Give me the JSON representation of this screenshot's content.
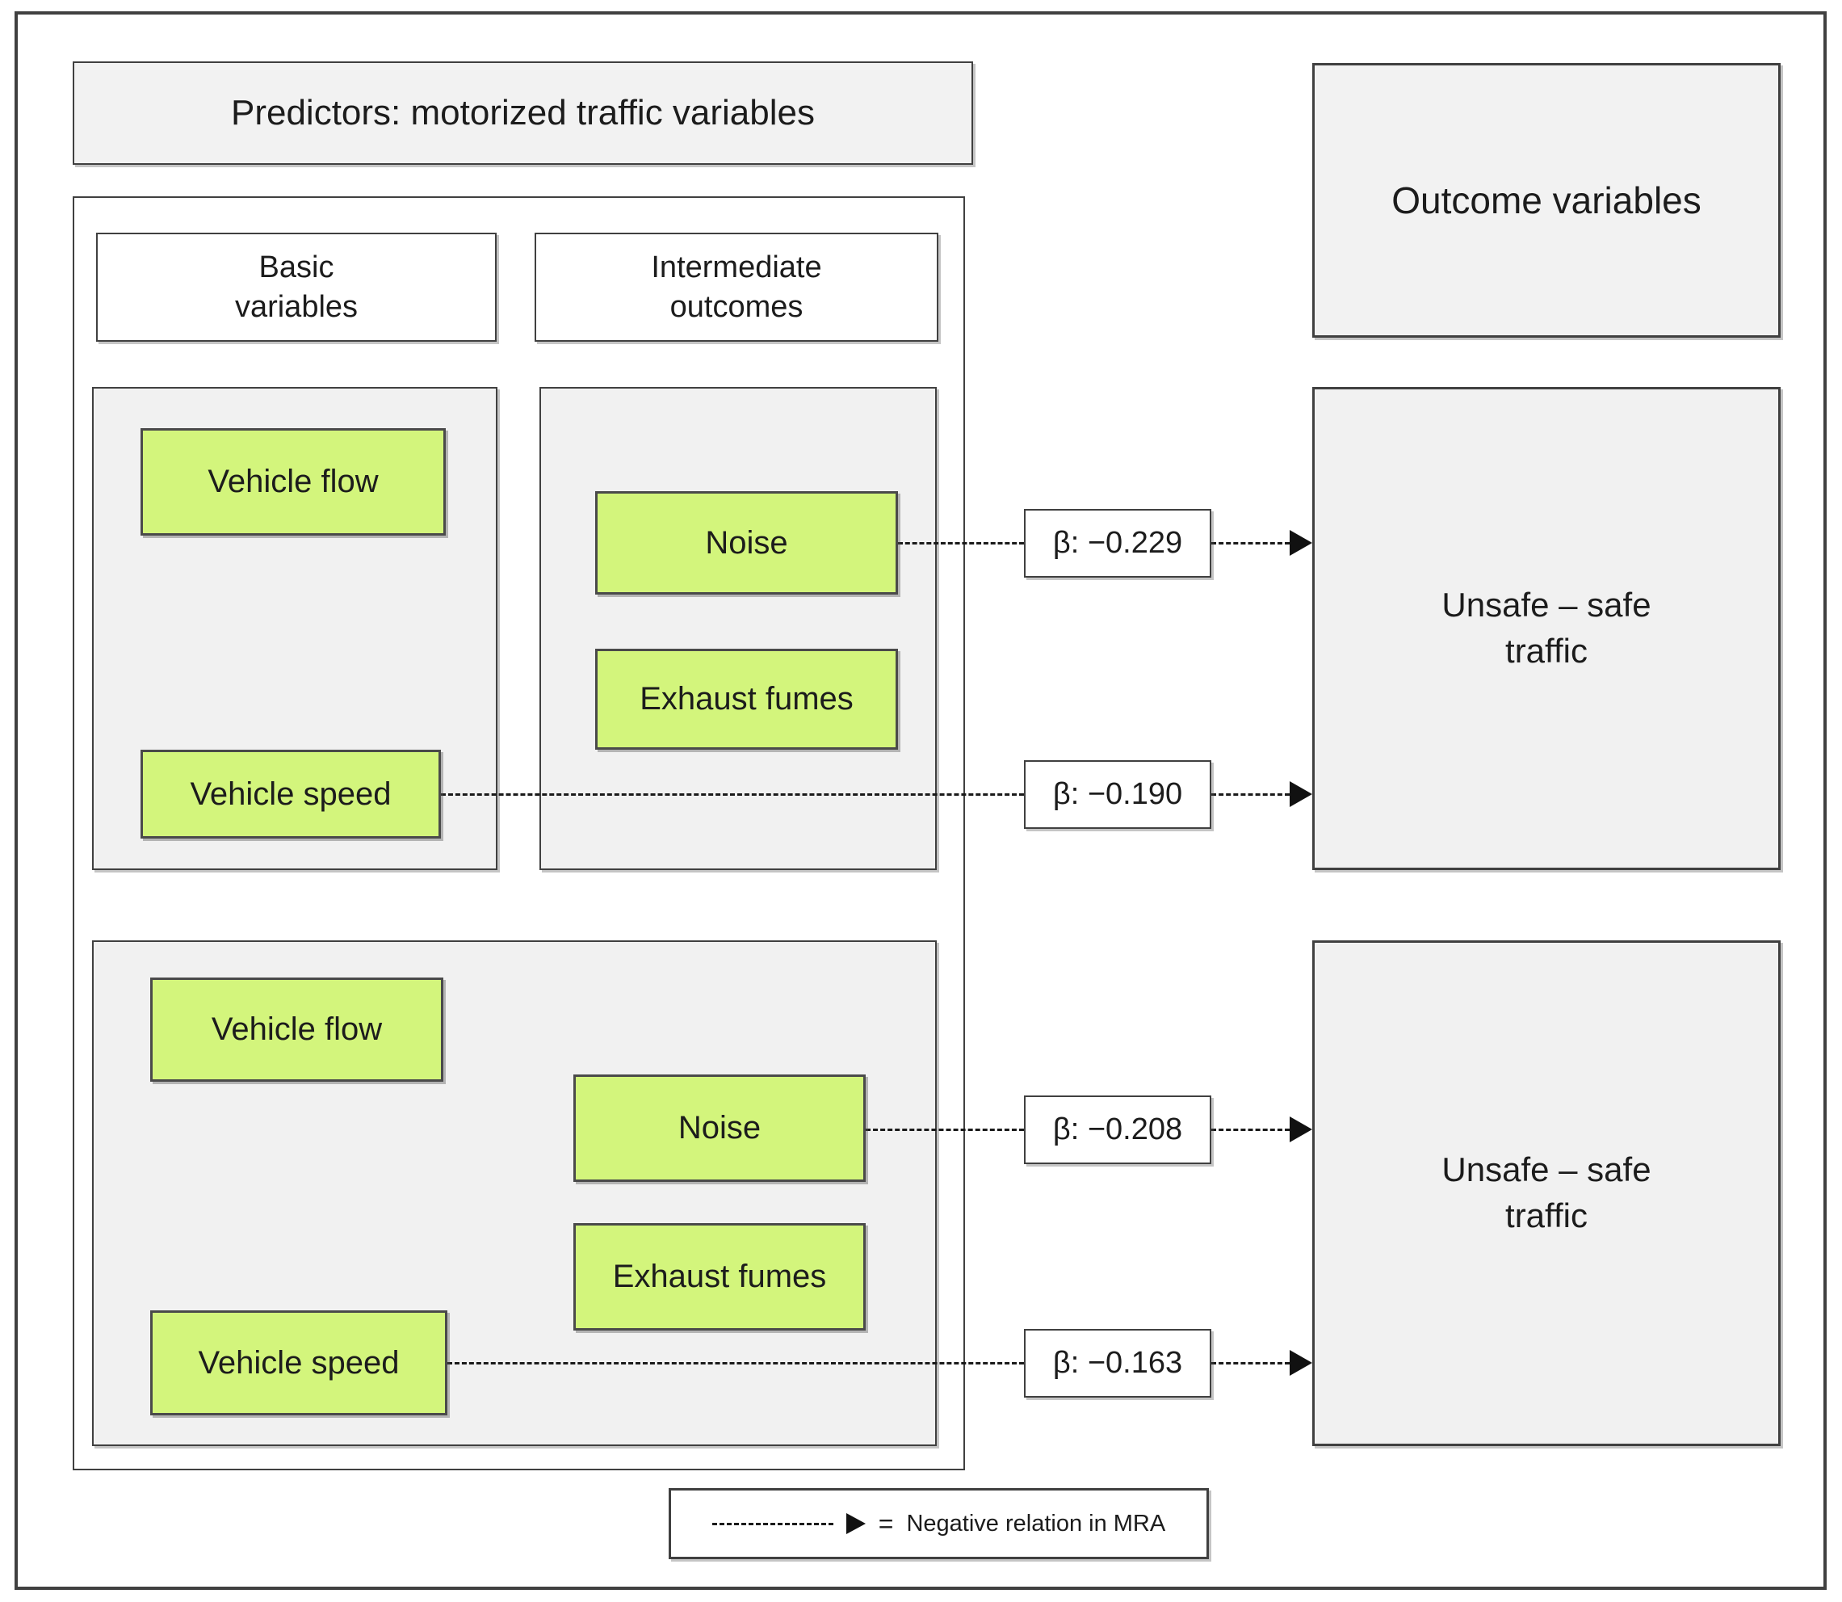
{
  "predictors_section": {
    "title": "Predictors: motorized traffic variables",
    "column_headers": {
      "basic": [
        "Basic",
        "variables"
      ],
      "intermediate": [
        "Intermediate",
        "outcomes"
      ]
    },
    "models": [
      {
        "basic_variables": [
          "Vehicle flow",
          "Vehicle speed"
        ],
        "intermediate_outcomes": [
          "Noise",
          "Exhaust fumes"
        ]
      },
      {
        "basic_variables": [
          "Vehicle flow",
          "Vehicle speed"
        ],
        "intermediate_outcomes": [
          "Noise",
          "Exhaust fumes"
        ]
      }
    ]
  },
  "outcomes_section": {
    "title": "Outcome variables",
    "outcomes": [
      [
        "Unsafe – safe",
        "traffic"
      ],
      [
        "Unsafe – safe",
        "traffic"
      ]
    ]
  },
  "relations": [
    {
      "from": "Noise",
      "to": "Unsafe – safe traffic (upper)",
      "label": "β: −0.229"
    },
    {
      "from": "Vehicle speed",
      "to": "Unsafe – safe traffic (upper)",
      "label": "β: −0.190"
    },
    {
      "from": "Noise",
      "to": "Unsafe – safe traffic (lower)",
      "label": "β: −0.208"
    },
    {
      "from": "Vehicle speed",
      "to": "Unsafe – safe traffic (lower)",
      "label": "β: −0.163"
    }
  ],
  "legend": {
    "equals": "=",
    "label": "Negative relation in MRA"
  },
  "colors": {
    "green_fill": "#d3f57c",
    "green_border": "#4a4a4a",
    "panel_fill": "#f1f1f1",
    "header_fill": "#f2f2f2",
    "line_border": "#404040",
    "arrow": "#111111"
  }
}
